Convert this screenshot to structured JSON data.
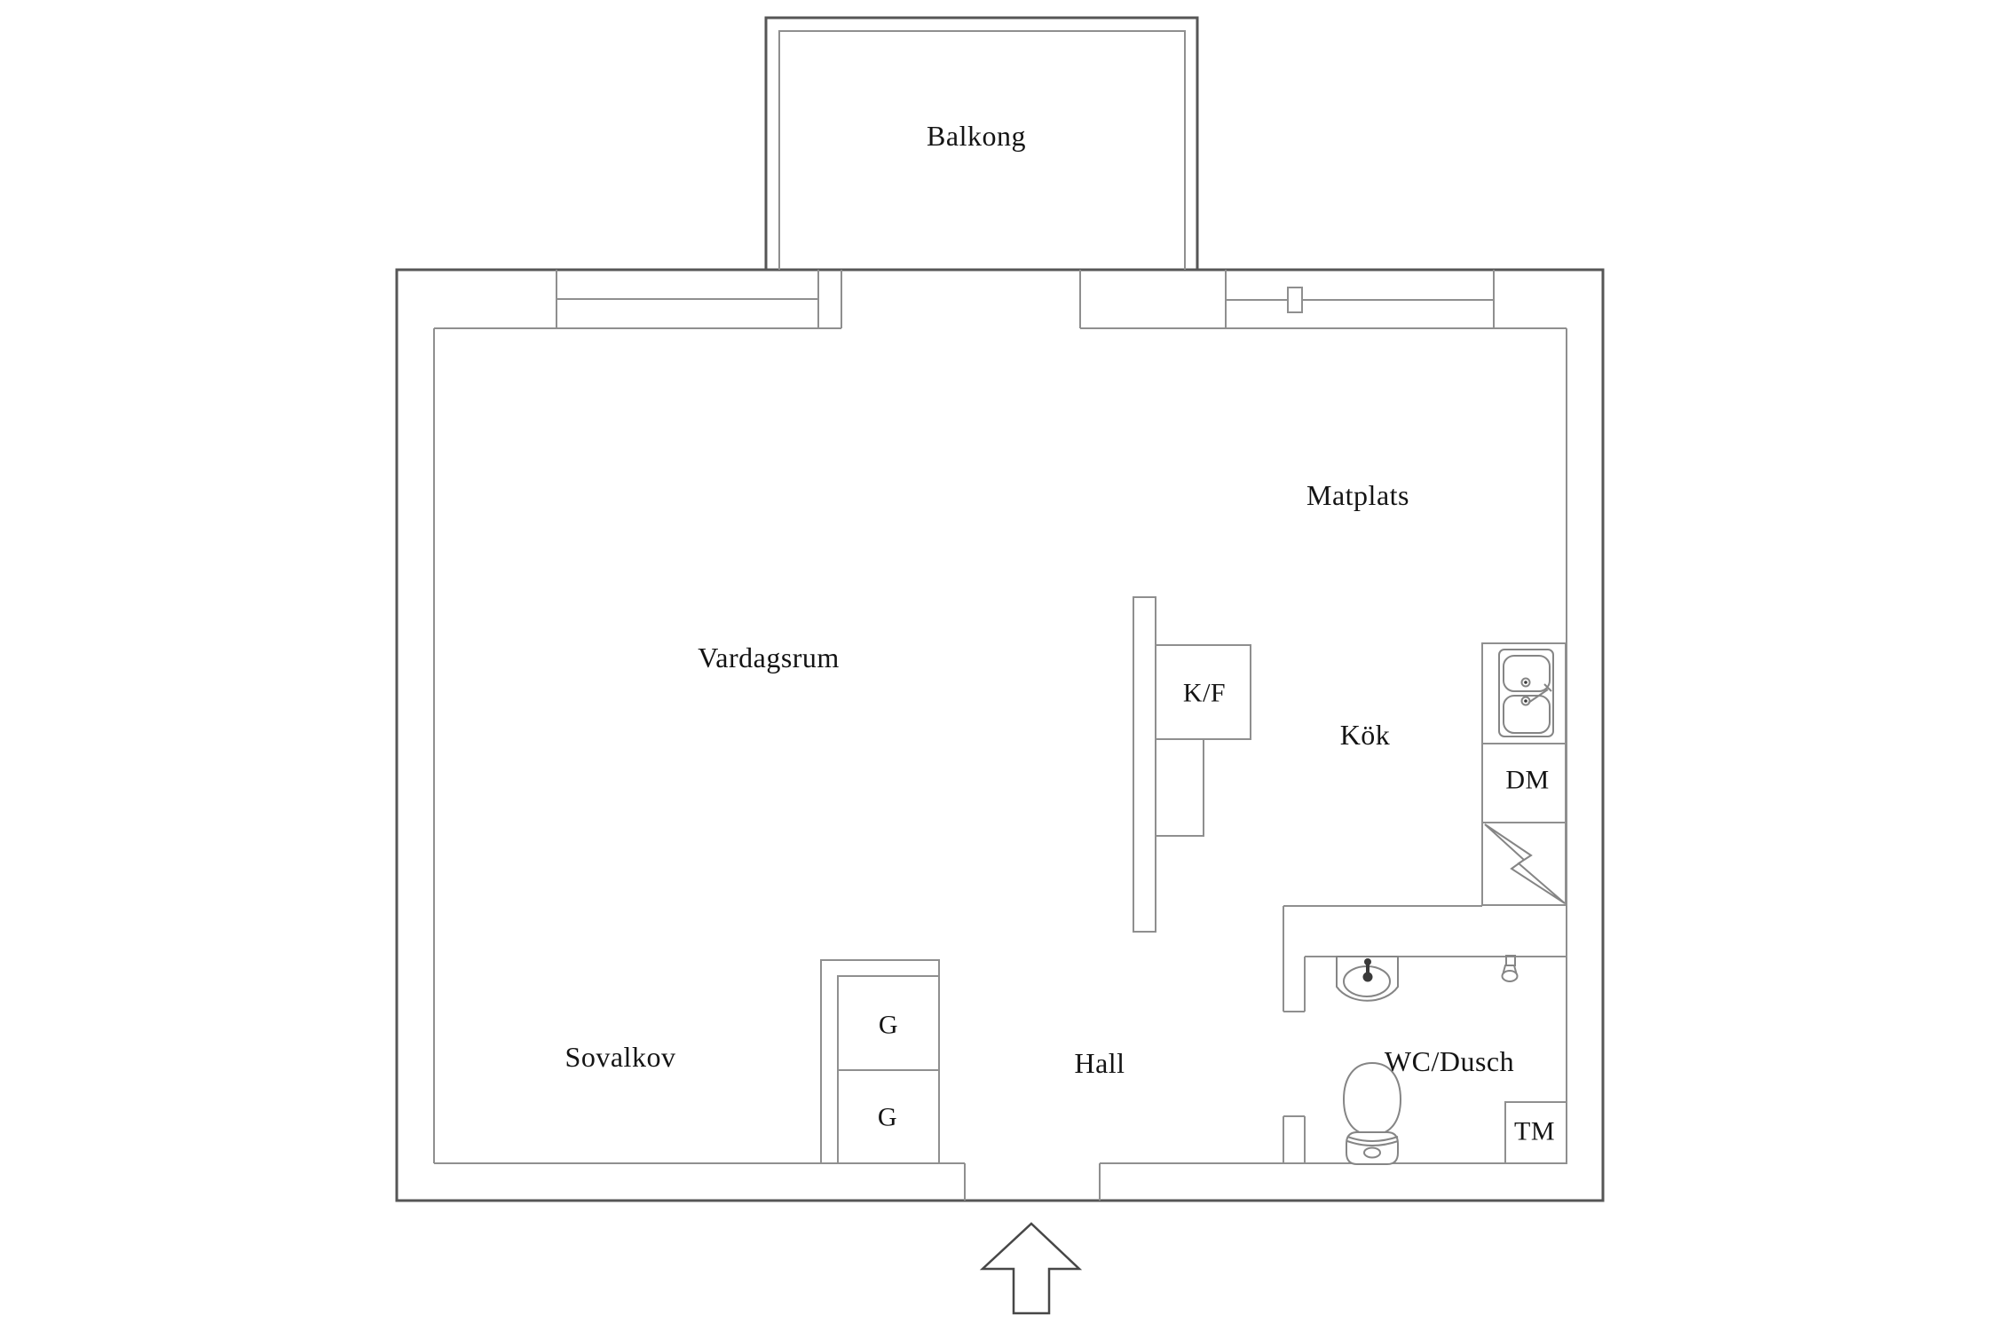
{
  "plan": {
    "rooms": {
      "balcony": "Balkong",
      "dining": "Matplats",
      "living": "Vardagsrum",
      "kitchen": "Kök",
      "sleeping_alcove": "Sovalkov",
      "hall": "Hall",
      "bathroom": "WC/Dusch"
    },
    "fixtures": {
      "fridge_freezer": "K/F",
      "dishwasher": "DM",
      "washing_machine": "TM",
      "wardrobe_1": "G",
      "wardrobe_2": "G"
    },
    "icons": [
      "entry-arrow-icon",
      "kitchen-sink-icon",
      "bathroom-sink-icon",
      "toilet-icon",
      "shower-icon",
      "zigzag-appliance-icon",
      "window-pane-icon"
    ],
    "colors": {
      "wall_outline": "#565656",
      "wall_inner": "#8f8f8f",
      "text": "#141414",
      "background": "#ffffff"
    }
  }
}
